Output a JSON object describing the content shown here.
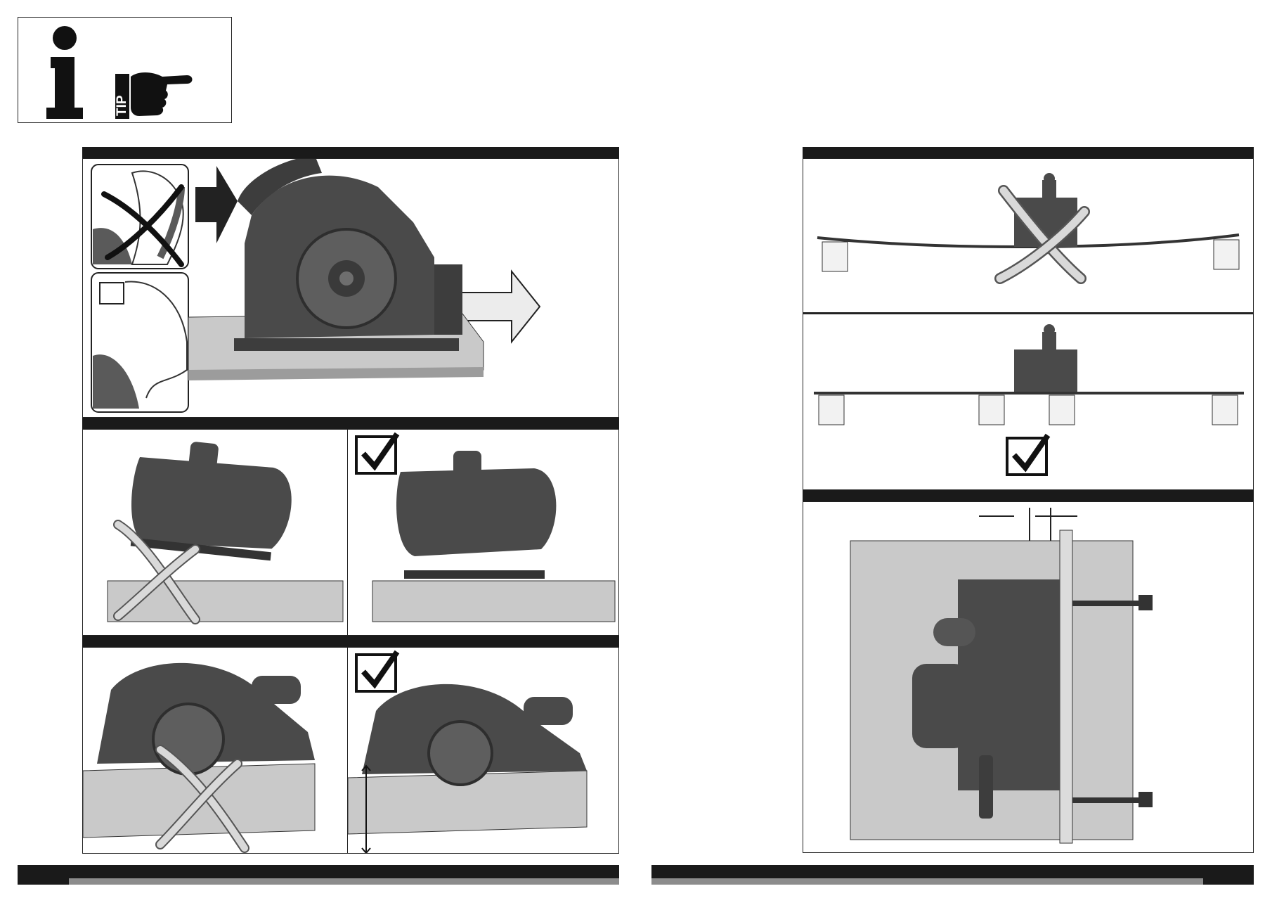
{
  "tip_box": {
    "info_icon": "info-i-icon",
    "tip_label": "TIP",
    "pointer_icon": "pointing-hand-icon"
  },
  "figures": [
    {
      "id": "push-saw",
      "icons": [
        "x-mark-icon",
        "arrow-right-icon",
        "checkbox-empty-icon"
      ]
    },
    {
      "id": "base-plate-tilt",
      "icons": [
        "x-mark-icon",
        "checkmark-icon"
      ]
    },
    {
      "id": "blade-depth",
      "icons": [
        "x-mark-icon",
        "checkmark-icon"
      ]
    },
    {
      "id": "support-workpiece",
      "icons": [
        "x-mark-icon",
        "checkmark-icon"
      ]
    },
    {
      "id": "guide-rail-clamp",
      "icons": [
        "clamp-icon"
      ]
    }
  ],
  "colors": {
    "dark_bar": "#1a1a1a",
    "tool_gray": "#4a4a4a",
    "wood_light": "#c9c9c9",
    "arrow_light": "#e6e6e6",
    "footer_gray": "#8c8c8c"
  }
}
